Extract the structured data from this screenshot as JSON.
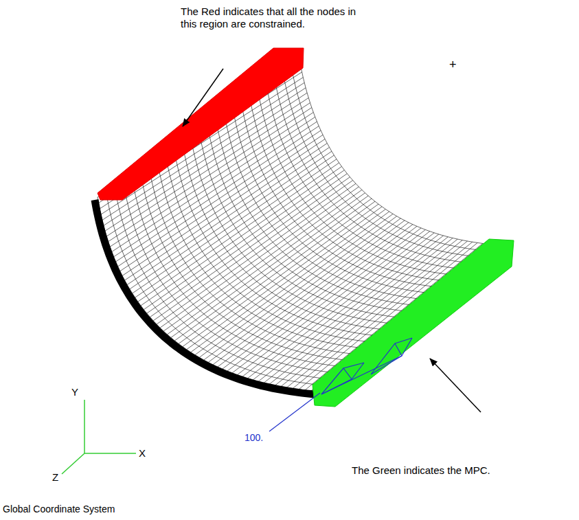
{
  "diagram": {
    "labels": [
      "The Red indicates that all the nodes in this region are constrained.",
      "+",
      "100.",
      "Y",
      "X",
      "Z",
      "The Green indicates the MPC.",
      "Global Coordinate System"
    ]
  }
}
